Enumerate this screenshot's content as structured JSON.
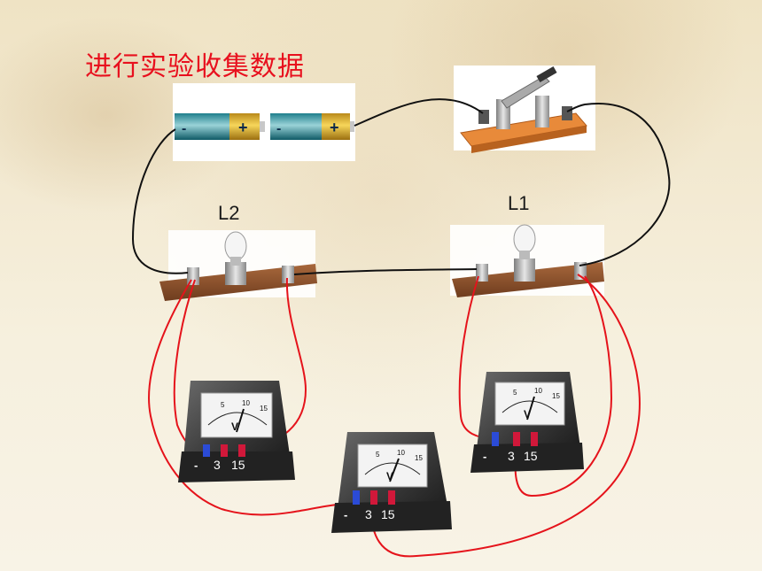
{
  "title": "进行实验收集数据",
  "lamps": {
    "l2": "L2",
    "l1": "L1"
  },
  "battery": {
    "plus": "+",
    "minus": "-"
  },
  "voltmeters": [
    {
      "unit": "V",
      "scale_labels": [
        "5",
        "10",
        "15"
      ],
      "terminal_low": "3",
      "terminal_high": "15",
      "terminal_common": "-"
    },
    {
      "unit": "V",
      "scale_labels": [
        "5",
        "10",
        "15"
      ],
      "terminal_low": "3",
      "terminal_high": "15",
      "terminal_common": "-"
    },
    {
      "unit": "V",
      "scale_labels": [
        "5",
        "10",
        "15"
      ],
      "terminal_low": "3",
      "terminal_high": "15",
      "terminal_common": "-"
    }
  ],
  "colors": {
    "title": "#e8101e",
    "wire_black": "#111111",
    "wire_red": "#e5131b",
    "board": "#8a4f2a",
    "switch_base": "#e88a3a"
  }
}
